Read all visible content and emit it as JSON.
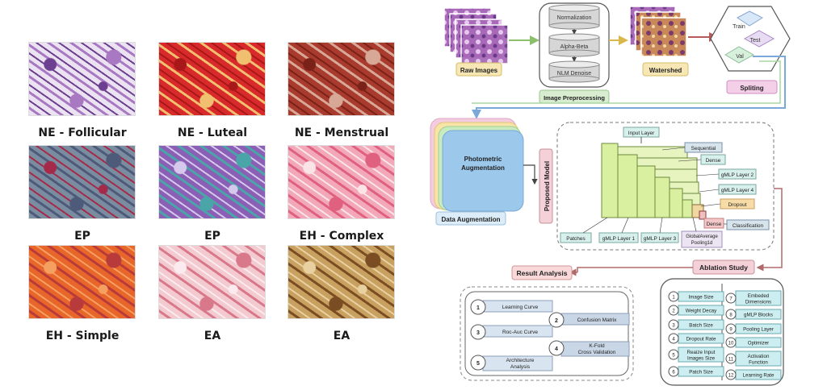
{
  "gallery": [
    {
      "caption": "NE - Follicular",
      "colors": [
        "#ece3f2",
        "#a978c2",
        "#6c3f91"
      ]
    },
    {
      "caption": "NE - Luteal",
      "colors": [
        "#d82a2a",
        "#f0c070",
        "#a81818"
      ]
    },
    {
      "caption": "NE - Menstrual",
      "colors": [
        "#a83a2e",
        "#d8a896",
        "#7a2218"
      ]
    },
    {
      "caption": "EP",
      "colors": [
        "#7a8ca0",
        "#4e5a7a",
        "#a52a4a"
      ]
    },
    {
      "caption": "EP",
      "colors": [
        "#8a5fb5",
        "#4aa5a8",
        "#d6c8ec"
      ]
    },
    {
      "caption": "EH - Complex",
      "colors": [
        "#f2a8b8",
        "#e06080",
        "#fbe4e8"
      ]
    },
    {
      "caption": "EH - Simple",
      "colors": [
        "#e8662a",
        "#b83a3a",
        "#f5a060"
      ]
    },
    {
      "caption": "EA",
      "colors": [
        "#f2cad0",
        "#d8788a",
        "#fbeaee"
      ]
    },
    {
      "caption": "EA",
      "colors": [
        "#c8a060",
        "#7a4e22",
        "#e8d0a0"
      ]
    }
  ],
  "pipeline": {
    "raw_images": "Raw Images",
    "image_preprocessing": "Image Preprocessing",
    "normalization": "Normalization",
    "alpha_beta": "Alpha-Beta",
    "nlm_denoise": "NLM Denoise",
    "watershed": "Watershed",
    "spliting": "Spliting",
    "train": "Train",
    "test": "Test",
    "val": "Val",
    "photometric_line1": "Photometric",
    "photometric_line2": "Augmentation",
    "data_augmentation": "Data Augmentation",
    "proposed_model": "Proposed Model"
  },
  "model": {
    "input_layer": "Input Layer",
    "sequential": "Sequential",
    "dense": "Dense",
    "gmlp_layer_2": "gMLP Layer 2",
    "gmlp_layer_4": "gMLP Layer 4",
    "dropout": "Dropout",
    "dense2": "Dense",
    "classification": "Classification",
    "patches": "Patches",
    "gmlp_layer_1": "gMLP Layer 1",
    "gmlp_layer_3": "gMLP Layer 3",
    "global_avg_line1": "GlobalAverage",
    "global_avg_line2": "Pooling1d"
  },
  "result_analysis": {
    "title": "Result Analysis",
    "items": [
      {
        "num": "1",
        "label": "Learning Curve"
      },
      {
        "num": "2",
        "label": "Confusion Matrix"
      },
      {
        "num": "3",
        "label": "Roc-Auc Curve"
      },
      {
        "num": "4",
        "label": "K-Fold",
        "label2": "Cross Validation"
      },
      {
        "num": "5",
        "label": "Architecture",
        "label2": "Analysis"
      }
    ]
  },
  "ablation": {
    "title": "Ablation Study",
    "left": [
      {
        "num": "1",
        "label": "Image Size"
      },
      {
        "num": "2",
        "label": "Weight Decay"
      },
      {
        "num": "3",
        "label": "Batch Size"
      },
      {
        "num": "4",
        "label": "Dropout Rate"
      },
      {
        "num": "5",
        "label": "Reaize Input",
        "label2": "Images Size"
      },
      {
        "num": "6",
        "label": "Patch Size"
      }
    ],
    "right": [
      {
        "num": "7",
        "label": "Embeded",
        "label2": "Dimensions"
      },
      {
        "num": "8",
        "label": "gMLP Blocks"
      },
      {
        "num": "9",
        "label": "Pooling Layer"
      },
      {
        "num": "10",
        "label": "Optimizer"
      },
      {
        "num": "11",
        "label": "Activation",
        "label2": "Function"
      },
      {
        "num": "12",
        "label": "Learning Rate"
      }
    ]
  }
}
